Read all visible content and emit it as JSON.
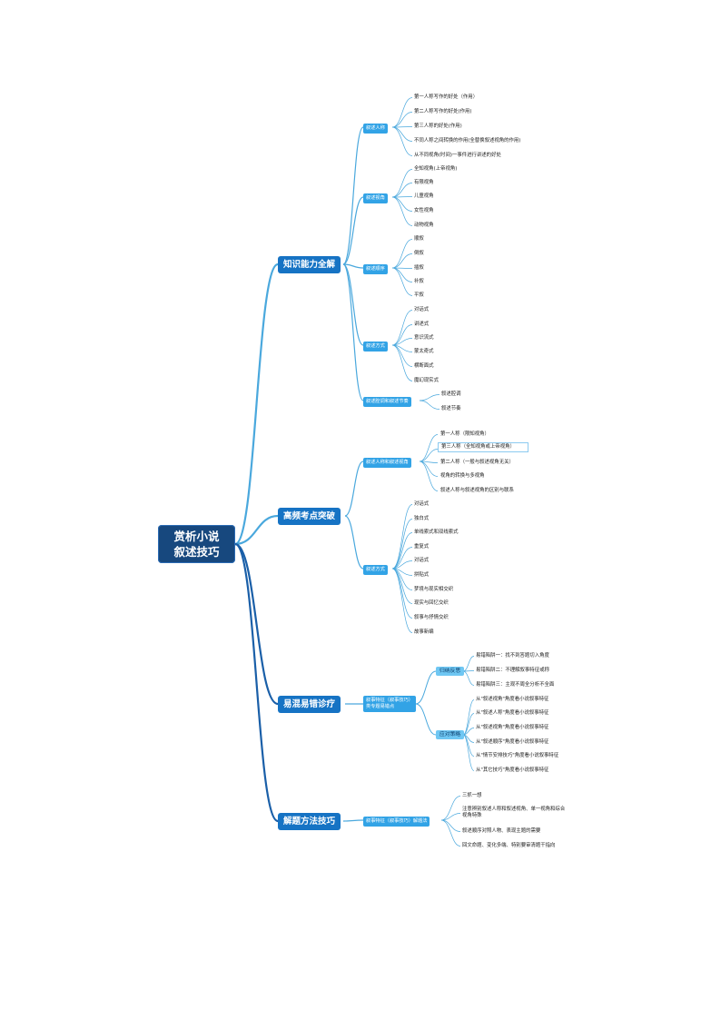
{
  "root": {
    "line1": "赏析小说",
    "line2": "叙述技巧"
  },
  "branches": [
    {
      "label": "知识能力全解",
      "subs": [
        {
          "label": "叙述人称",
          "leaves": [
            "第一人称写作的好处（作用）",
            "第二人称写作的好处(作用)",
            "第三人称的好处(作用)",
            "不同人称之间转换的作用(全替换叙述视角的作用)",
            "从不同视角(时间)一事件进行讲述的好处"
          ]
        },
        {
          "label": "叙述视角",
          "leaves": [
            "全知视角(上帝视角)",
            "有限视角",
            "儿童视角",
            "女性视角",
            "动物视角"
          ]
        },
        {
          "label": "叙述顺序",
          "leaves": [
            "顺叙",
            "倒叙",
            "插叙",
            "补叙",
            "平叙"
          ]
        },
        {
          "label": "叙述方式",
          "leaves": [
            "对话式",
            "讲述式",
            "意识流式",
            "蒙太奇式",
            "横断面式",
            "魔幻现实式"
          ]
        },
        {
          "label": "叙述腔调和叙述节奏",
          "leaves": [
            "叙述腔调",
            "叙述节奏"
          ]
        }
      ]
    },
    {
      "label": "高频考点突破",
      "subs": [
        {
          "label": "叙述人称和叙述视角",
          "leaves": [
            "第一人称（限知视角）",
            "第三人称（全知视角或上帝视角）",
            "第二人称（一般与叙述视角无关）",
            "视角的转换与多视角",
            "叙述人称与叙述视角的区别与联系"
          ]
        },
        {
          "label": "叙述方式",
          "leaves": [
            "对话式",
            "独白式",
            "单线索式和双线索式",
            "重复式",
            "对话式",
            "拼贴式",
            "梦境与现实相交织",
            "现实与回忆交织",
            "叙事与抒情交织",
            "故事新编"
          ]
        }
      ]
    },
    {
      "label": "易混易错诊疗",
      "sub": {
        "label": "叙事特征（叙事技巧）类专题易错点",
        "groups": [
          {
            "label": "归纳反思",
            "leaves": [
              "易错陷阱一：找不到答题切入角度",
              "易错陷阱二：不理解叙事特征或称",
              "易错陷阱三：主观不周全分析不全面"
            ]
          },
          {
            "label": "应对策略",
            "leaves": [
              "从\"叙述视角\"角度看小说叙事特征",
              "从\"叙述人称\"角度看小说叙事特征",
              "从\"叙述视角\"角度看小说叙事特征",
              "从\"叙述顺序\"角度看小说叙事特征",
              "从\"情节安排技巧\"角度看小说叙事特征",
              "从\"其它技巧\"角度看小说叙事特征"
            ]
          }
        ]
      }
    },
    {
      "label": "解题方法技巧",
      "sub": {
        "label": "叙事特征（叙事技巧）解题法",
        "leaves": [
          "三抓一想",
          "注意辨别叙述人称和叙述视角、单一视角和综合视角特殊",
          "叙述顺序对照人物、表现主题的需要",
          "回文命题、变化多端、特别要审清题干指向"
        ]
      }
    }
  ],
  "colors": {
    "root": "#17487e",
    "level1": "#1673c4",
    "level2": "#32a3e6",
    "level3": "#6fc7f3",
    "lines": "#4aa8dd",
    "lines_dark": "#1a5fa8"
  }
}
